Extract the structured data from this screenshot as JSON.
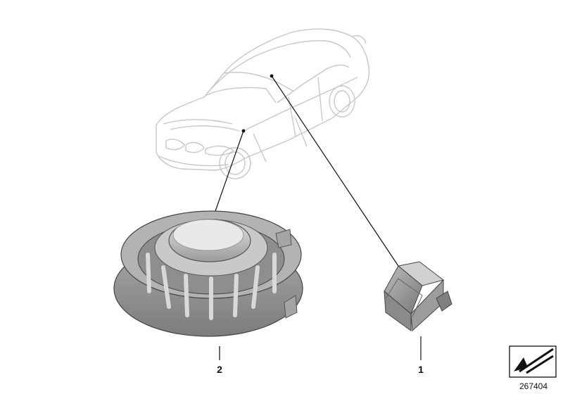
{
  "callouts": {
    "part_1": "1",
    "part_2": "2"
  },
  "diagram_number": "267404",
  "icons": {
    "corner": "stripe-pointer-icon"
  },
  "colors": {
    "outline": "#c8c8c8",
    "leader": "#111111",
    "part_fill": "#9a9a9a",
    "part_dark": "#6e6e6e"
  }
}
